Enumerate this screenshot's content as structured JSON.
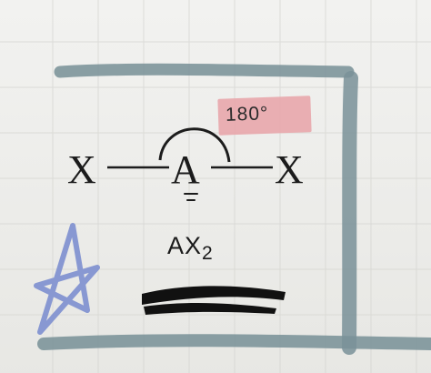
{
  "diagram": {
    "angle_label": "180°",
    "left_atom": "X",
    "central_atom": "A",
    "right_atom": "X",
    "formula": {
      "base": "AX",
      "subscript": "2"
    }
  },
  "colors": {
    "ink": "#1b1b1b",
    "highlight": "#e8a8ac",
    "marker_gray_blue": "#7a9299",
    "star_ink": "#7d8fcf"
  }
}
